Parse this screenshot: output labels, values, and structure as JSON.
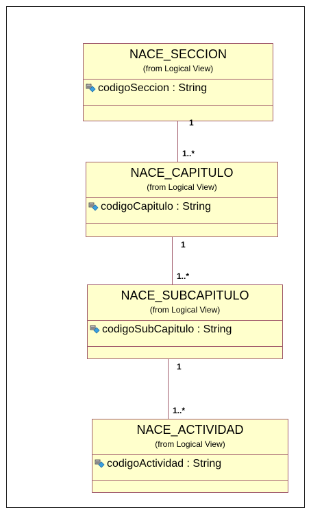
{
  "diagram": {
    "classes": [
      {
        "name": "NACE_SECCION",
        "from": "(from Logical View)",
        "attribute": "codigoSeccion : String"
      },
      {
        "name": "NACE_CAPITULO",
        "from": "(from Logical View)",
        "attribute": "codigoCapitulo : String"
      },
      {
        "name": "NACE_SUBCAPITULO",
        "from": "(from Logical View)",
        "attribute": "codigoSubCapitulo : String"
      },
      {
        "name": "NACE_ACTIVIDAD",
        "from": "(from Logical View)",
        "attribute": "codigoActividad : String"
      }
    ],
    "associations": [
      {
        "source_multiplicity": "1",
        "target_multiplicity": "1..*"
      },
      {
        "source_multiplicity": "1",
        "target_multiplicity": "1..*"
      },
      {
        "source_multiplicity": "1",
        "target_multiplicity": "1..*"
      }
    ],
    "colors": {
      "class_fill": "#ffffcc",
      "class_border": "#a05a6a"
    },
    "attribute_icon": "key-attribute-icon"
  }
}
